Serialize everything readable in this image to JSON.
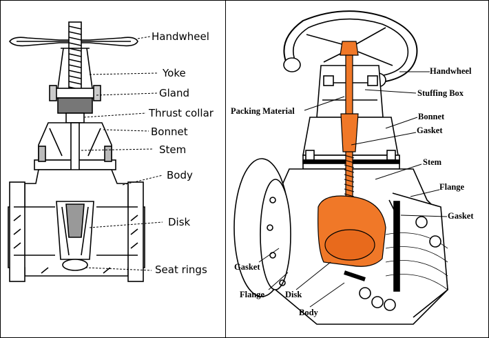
{
  "left_diagram": {
    "labels": {
      "handwheel": "Handwheel",
      "yoke": "Yoke",
      "gland": "Gland",
      "thrust_collar": "Thrust collar",
      "bonnet": "Bonnet",
      "stem": "Stem",
      "body": "Body",
      "disk": "Disk",
      "seat_rings": "Seat rings"
    }
  },
  "right_diagram": {
    "labels": {
      "handwheel": "Handwheel",
      "stuffing_box": "Stuffing Box",
      "packing_material": "Packing Material",
      "bonnet": "Bonnet",
      "gasket_top": "Gasket",
      "stem": "Stem",
      "flange_right": "Flange",
      "gasket_right": "Gasket",
      "gasket_left": "Gasket",
      "flange_left": "Flange",
      "disk": "Disk",
      "body": "Body"
    },
    "highlight_color": "#F07828"
  }
}
